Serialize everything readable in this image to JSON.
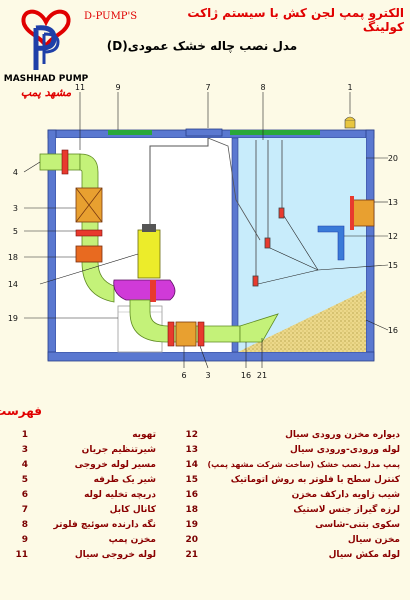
{
  "header": {
    "title": "الکترو پمپ لجن کش با سیستم ژاکت کولینگ",
    "brand_code": "D-PUMP'S",
    "subtitle": "مدل نصب چاله خشک عمودی(D)"
  },
  "logo": {
    "name_en": "MASHHAD PUMP",
    "name_fa": "مشهد پمپ"
  },
  "callouts_top": [
    "11",
    "9",
    "7",
    "8",
    "1"
  ],
  "callouts_left": [
    "4",
    "3",
    "5",
    "18",
    "14",
    "19"
  ],
  "callouts_right": [
    "20",
    "13",
    "12",
    "15",
    "16"
  ],
  "callouts_bottom": [
    "6",
    "3",
    "16",
    "21"
  ],
  "legend": {
    "title": "فهرست",
    "left": [
      {
        "num": "1",
        "label": "تهویه"
      },
      {
        "num": "3",
        "label": "شیرتنظیم جریان"
      },
      {
        "num": "4",
        "label": "مسیر لوله خروجی"
      },
      {
        "num": "5",
        "label": "شیر یک طرفه"
      },
      {
        "num": "6",
        "label": "دریچه تخلیه لوله"
      },
      {
        "num": "7",
        "label": "کانال کابل"
      },
      {
        "num": "8",
        "label": "نگه دارنده سوئیچ فلوتر"
      },
      {
        "num": "9",
        "label": "مخزن پمپ"
      },
      {
        "num": "11",
        "label": "لوله خروجی سیال"
      }
    ],
    "right": [
      {
        "num": "12",
        "label": "دیواره مخزن ورودی سیال"
      },
      {
        "num": "13",
        "label": "لوله ورودی-ورودی سیال"
      },
      {
        "num": "14",
        "label": "پمپ مدل نصب خشک (ساخت شرکت مشهد پمپ)"
      },
      {
        "num": "15",
        "label": "کنترل سطح با فلوتر به روش اتوماتیک"
      },
      {
        "num": "16",
        "label": "شیب زاویه دارکف مخزن"
      },
      {
        "num": "18",
        "label": "لرزه گیراز جنس لاستیک"
      },
      {
        "num": "19",
        "label": "سکوی بتنی-شاسی"
      },
      {
        "num": "20",
        "label": "مخزن سیال"
      },
      {
        "num": "21",
        "label": "لوله مکش سیال"
      }
    ]
  },
  "colors": {
    "wall": "#5a78d0",
    "water": "#c8ecfb",
    "pipe": "#c4f279",
    "flange": "#e83a2e",
    "pump_body": "#d03ad8",
    "pump_motor": "#ecec2a",
    "sand": "#ecd88a",
    "cover": "#2aa83a",
    "title_red": "#e00000"
  }
}
